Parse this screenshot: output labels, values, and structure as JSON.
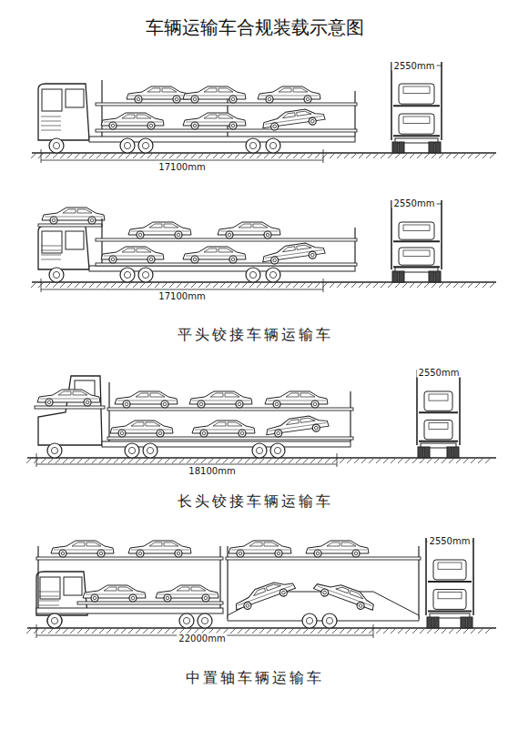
{
  "diagram": {
    "title": "车辆运输车合规装载示意图",
    "labels": [
      "2550mm",
      "17100mm",
      "2550mm",
      "17100mm",
      "平头铰接车辆运输车",
      "2550mm",
      "18100mm",
      "长头铰接车辆运输车",
      "2550mm",
      "22000mm",
      "中置轴车辆运输车"
    ]
  }
}
